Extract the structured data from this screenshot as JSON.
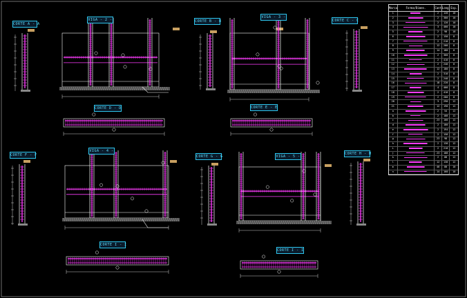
{
  "drawing": {
    "background": "#000000",
    "line_color": "#ffffff",
    "rebar_color": "#ff3cff",
    "tag_color": "#2ec8f0",
    "label_color": "#c8a060"
  },
  "titles": {
    "corte_a_a": "CORTE A - A",
    "viga_2": "VIGA - 2 -",
    "corte_b_b": "CORTE B - B",
    "viga_3": "VIGA - 3 -",
    "corte_c_c": "CORTE C - C",
    "corte_d_d": "CORTE D - D",
    "corte_e_e": "CORTE E - E",
    "viga_4": "VIGA - 4 -",
    "corte_f_f": "CORTE F - F",
    "viga_5": "VIGA - 5 -",
    "corte_g_g": "CORTE G - G",
    "corte_h_h": "CORTE H - H",
    "corte_i_i": "CORTE I - I"
  },
  "table": {
    "headers": [
      "Marca",
      "Forma/Dimen.",
      "Cant.",
      "Long.",
      "Esp."
    ],
    "rows": [
      [
        "1",
        "",
        "2",
        "120",
        "10"
      ],
      [
        "2",
        "",
        "2",
        "380",
        "10"
      ],
      [
        "3",
        "",
        "2",
        "120",
        "10"
      ],
      [
        "4",
        "",
        "3",
        "400",
        "10"
      ],
      [
        "5",
        "",
        "2",
        "90",
        "10"
      ],
      [
        "6",
        "",
        "2",
        "150",
        "8"
      ],
      [
        "7",
        "",
        "2",
        "210",
        "8"
      ],
      [
        "8",
        "",
        "12",
        "200",
        "8"
      ],
      [
        "9",
        "",
        "14",
        "180",
        "8"
      ],
      [
        "10",
        "",
        "2",
        "360",
        "8"
      ],
      [
        "11",
        "",
        "2",
        "410",
        "8"
      ],
      [
        "12",
        "",
        "2",
        "240",
        "8"
      ],
      [
        "13",
        "",
        "12",
        "180",
        "8"
      ],
      [
        "14",
        "",
        "2",
        "310",
        "8"
      ],
      [
        "15",
        "",
        "2",
        "240",
        "8"
      ],
      [
        "16",
        "",
        "18",
        "220",
        "8"
      ],
      [
        "17",
        "",
        "4",
        "400",
        "8"
      ],
      [
        "18",
        "",
        "2",
        "410",
        "8"
      ],
      [
        "19",
        "",
        "2",
        "280",
        "8"
      ],
      [
        "20",
        "",
        "3",
        "290",
        "12"
      ],
      [
        "21",
        "",
        "12",
        "190",
        "12"
      ],
      [
        "a",
        "",
        "2",
        "54",
        "12"
      ],
      [
        "b",
        "",
        "2",
        "188",
        "12"
      ],
      [
        "c",
        "",
        "23",
        "100",
        "12"
      ],
      [
        "d",
        "",
        "2",
        "180",
        "12"
      ],
      [
        "e",
        "",
        "2",
        "194",
        "12"
      ],
      [
        "f",
        "",
        "2",
        "158",
        "12"
      ],
      [
        "g",
        "",
        "23",
        "98",
        "12"
      ],
      [
        "h",
        "",
        "2",
        "130",
        "12"
      ],
      [
        "i",
        "",
        "2",
        "210",
        "12"
      ],
      [
        "j",
        "",
        "23",
        "188",
        "12"
      ],
      [
        "k",
        "",
        "2",
        "88",
        "12"
      ],
      [
        "l",
        "",
        "12",
        "130",
        "12"
      ],
      [
        "m",
        "",
        "40",
        "80",
        "10"
      ],
      [
        "n",
        "",
        "14",
        "160",
        "10"
      ]
    ]
  }
}
